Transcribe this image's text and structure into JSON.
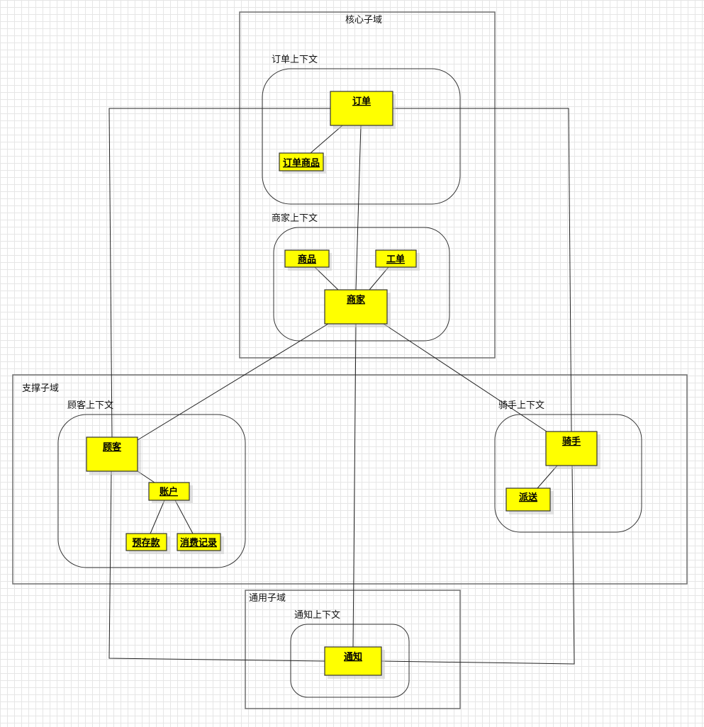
{
  "domains": {
    "core": "核心子域",
    "support": "支撑子域",
    "generic": "通用子域"
  },
  "contexts": {
    "order": "订单上下文",
    "merchant": "商家上下文",
    "customer": "顾客上下文",
    "rider": "骑手上下文",
    "notify": "通知上下文"
  },
  "entities": {
    "order": "订单",
    "order_item": "订单商品",
    "product": "商品",
    "ticket": "工单",
    "merchant": "商家",
    "customer": "顾客",
    "account": "账户",
    "deposit": "预存款",
    "consumption": "消费记录",
    "rider": "骑手",
    "delivery": "派送",
    "notification": "通知"
  },
  "colors": {
    "entity_fill": "#ffff00",
    "border": "#333333"
  }
}
